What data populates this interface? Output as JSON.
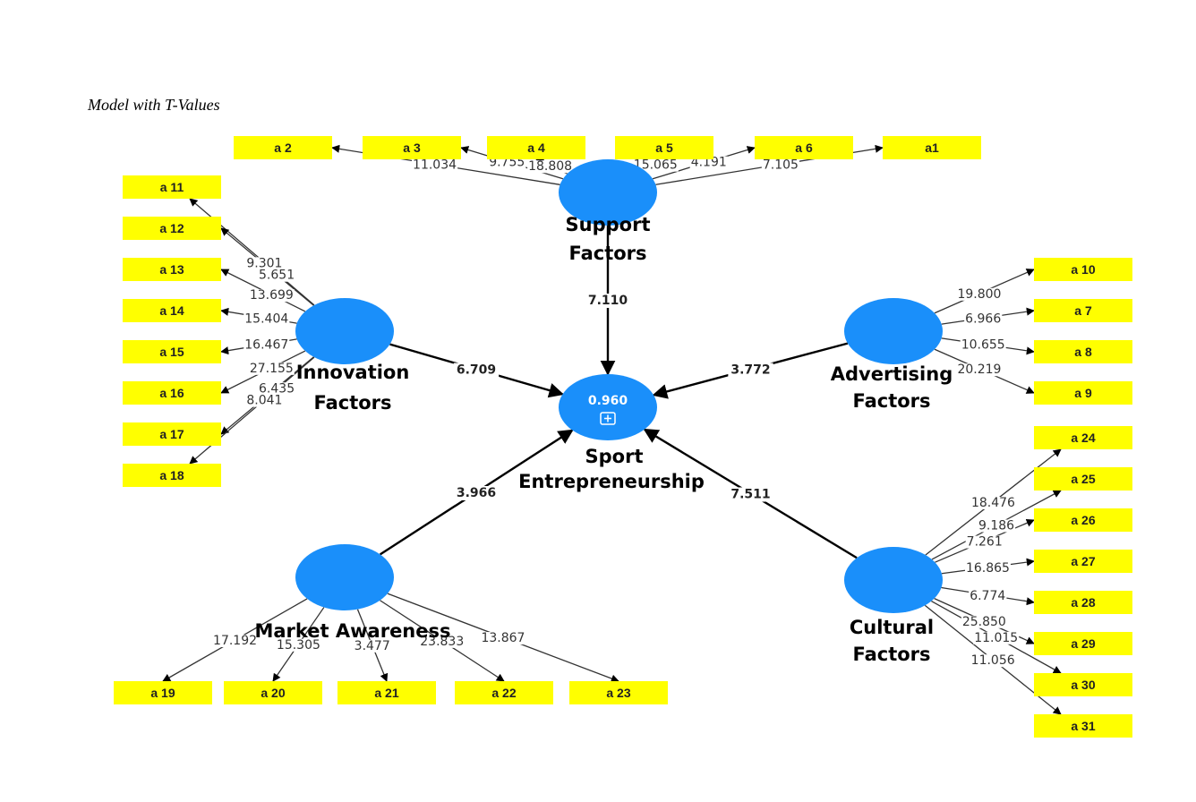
{
  "title": "Model with T-Values",
  "colors": {
    "construct": "#1a8ffa",
    "indicator": "#ffff00",
    "arrow": "#000000"
  },
  "constructs": [
    {
      "id": "support",
      "name": [
        "Support",
        "Factors"
      ]
    },
    {
      "id": "innovation",
      "name": [
        "Innovation",
        "Factors"
      ]
    },
    {
      "id": "advertising",
      "name": [
        "Advertising",
        "Factors"
      ]
    },
    {
      "id": "sport",
      "name": [
        "Sport",
        "Entrepreneurship"
      ],
      "r_squared": "0.960",
      "icon": "expand-plus-icon"
    },
    {
      "id": "market",
      "name": [
        "Market Awareness"
      ]
    },
    {
      "id": "cultural",
      "name": [
        "Cultural",
        "Factors"
      ]
    }
  ],
  "indicators": {
    "support": [
      {
        "label": "a 2",
        "t": "11.034"
      },
      {
        "label": "a 3",
        "t": "9.755"
      },
      {
        "label": "a 4",
        "t": "18.808"
      },
      {
        "label": "a 5",
        "t": "15.065"
      },
      {
        "label": "a 6",
        "t": "4.191"
      },
      {
        "label": "a1",
        "t": "7.105"
      }
    ],
    "innovation": [
      {
        "label": "a 11",
        "t": "9.301"
      },
      {
        "label": "a 12",
        "t": "5.651"
      },
      {
        "label": "a 13",
        "t": "13.699"
      },
      {
        "label": "a 14",
        "t": "15.404"
      },
      {
        "label": "a 15",
        "t": "16.467"
      },
      {
        "label": "a 16",
        "t": "27.155"
      },
      {
        "label": "a 17",
        "t": "6.435"
      },
      {
        "label": "a 18",
        "t": "8.041"
      }
    ],
    "advertising": [
      {
        "label": "a 10",
        "t": "19.800"
      },
      {
        "label": "a 7",
        "t": "6.966"
      },
      {
        "label": "a 8",
        "t": "10.655"
      },
      {
        "label": "a 9",
        "t": "20.219"
      }
    ],
    "cultural": [
      {
        "label": "a 24",
        "t": "18.476"
      },
      {
        "label": "a 25",
        "t": "9.186"
      },
      {
        "label": "a 26",
        "t": "7.261"
      },
      {
        "label": "a 27",
        "t": "16.865"
      },
      {
        "label": "a 28",
        "t": "6.774"
      },
      {
        "label": "a 29",
        "t": "25.850"
      },
      {
        "label": "a 30",
        "t": "11.015"
      },
      {
        "label": "a 31",
        "t": "11.056"
      }
    ],
    "market": [
      {
        "label": "a 19",
        "t": "17.192"
      },
      {
        "label": "a 20",
        "t": "15.305"
      },
      {
        "label": "a 21",
        "t": "3.477"
      },
      {
        "label": "a 22",
        "t": "23.833"
      },
      {
        "label": "a 23",
        "t": "13.867"
      }
    ]
  },
  "paths": [
    {
      "from": "support",
      "to": "sport",
      "t": "7.110"
    },
    {
      "from": "innovation",
      "to": "sport",
      "t": "6.709"
    },
    {
      "from": "advertising",
      "to": "sport",
      "t": "3.772"
    },
    {
      "from": "market",
      "to": "sport",
      "t": "3.966"
    },
    {
      "from": "cultural",
      "to": "sport",
      "t": "7.511"
    }
  ]
}
